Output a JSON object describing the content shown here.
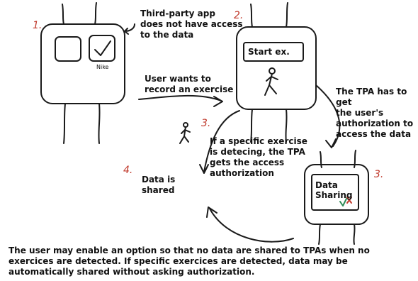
{
  "steps": {
    "s1": {
      "number": "1.",
      "note": "Third-party app\ndoes not have access\nto the data",
      "app_label": "Nike"
    },
    "s2": {
      "number": "2.",
      "screen_label": "Start ex.",
      "note": "User wants to\nrecord an exercise"
    },
    "s3a": {
      "number": "3.",
      "note": "The TPA has to get\nthe user's\nauthorization to\naccess the data",
      "screen_label": "Data\nSharing"
    },
    "s3b": {
      "number": "3.",
      "note": "If a specific exercise\nis detecing, the TPA\ngets the access\nauthorization"
    },
    "s4": {
      "number": "4.",
      "note": "Data is\nshared"
    }
  },
  "caption": "The user may enable an option so that no data are shared to TPAs when no exercices are detected. If specific exercices are detected, data may be automatically shared without asking authorization.",
  "colors": {
    "ink": "#1a1a1a",
    "step_number": "#c0392b",
    "check_green": "#2e8b57",
    "cross_red": "#c0392b"
  }
}
